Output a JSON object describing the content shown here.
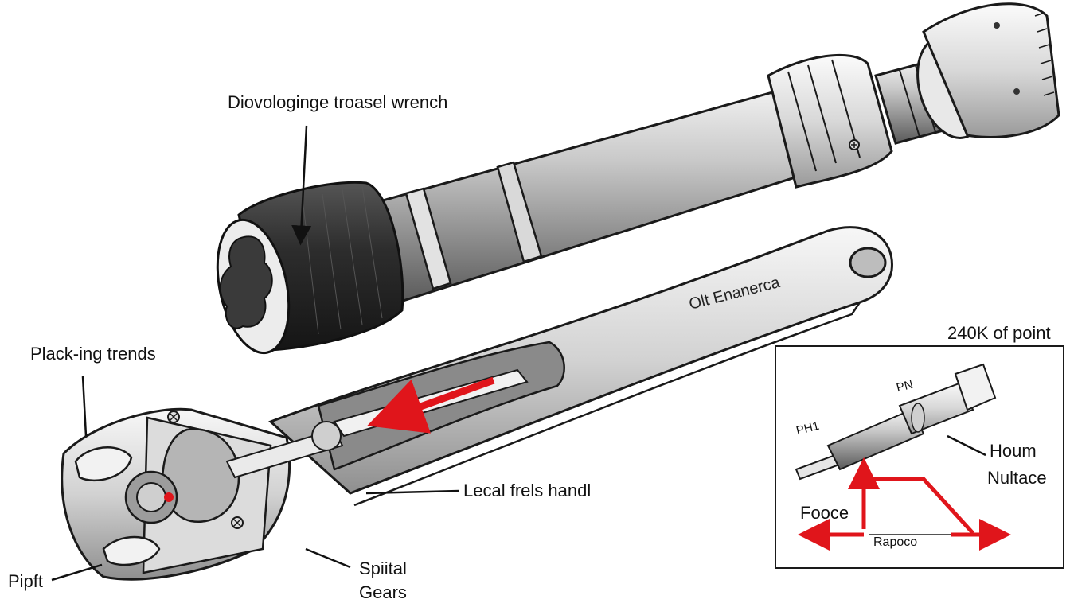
{
  "labels": {
    "main_title": "Diovologinge troasel wrench",
    "placking": "Plack-ing trends",
    "local": "Lecal frels handl",
    "spiral_line1": "Spiital",
    "spiral_line2": "Gears",
    "pipft": "Pipft",
    "engraved": "Olt Enanerca"
  },
  "inset": {
    "title": "240K of point",
    "pn": "PN",
    "ph1": "PH1",
    "houm": "Houm",
    "nultace": "Nultace",
    "force": "Fooce",
    "rapoco": "Rapoco"
  },
  "colors": {
    "accent_red": "#e0151b",
    "outline": "#1a1a1a",
    "dark_socket": "#2b2b2b"
  }
}
